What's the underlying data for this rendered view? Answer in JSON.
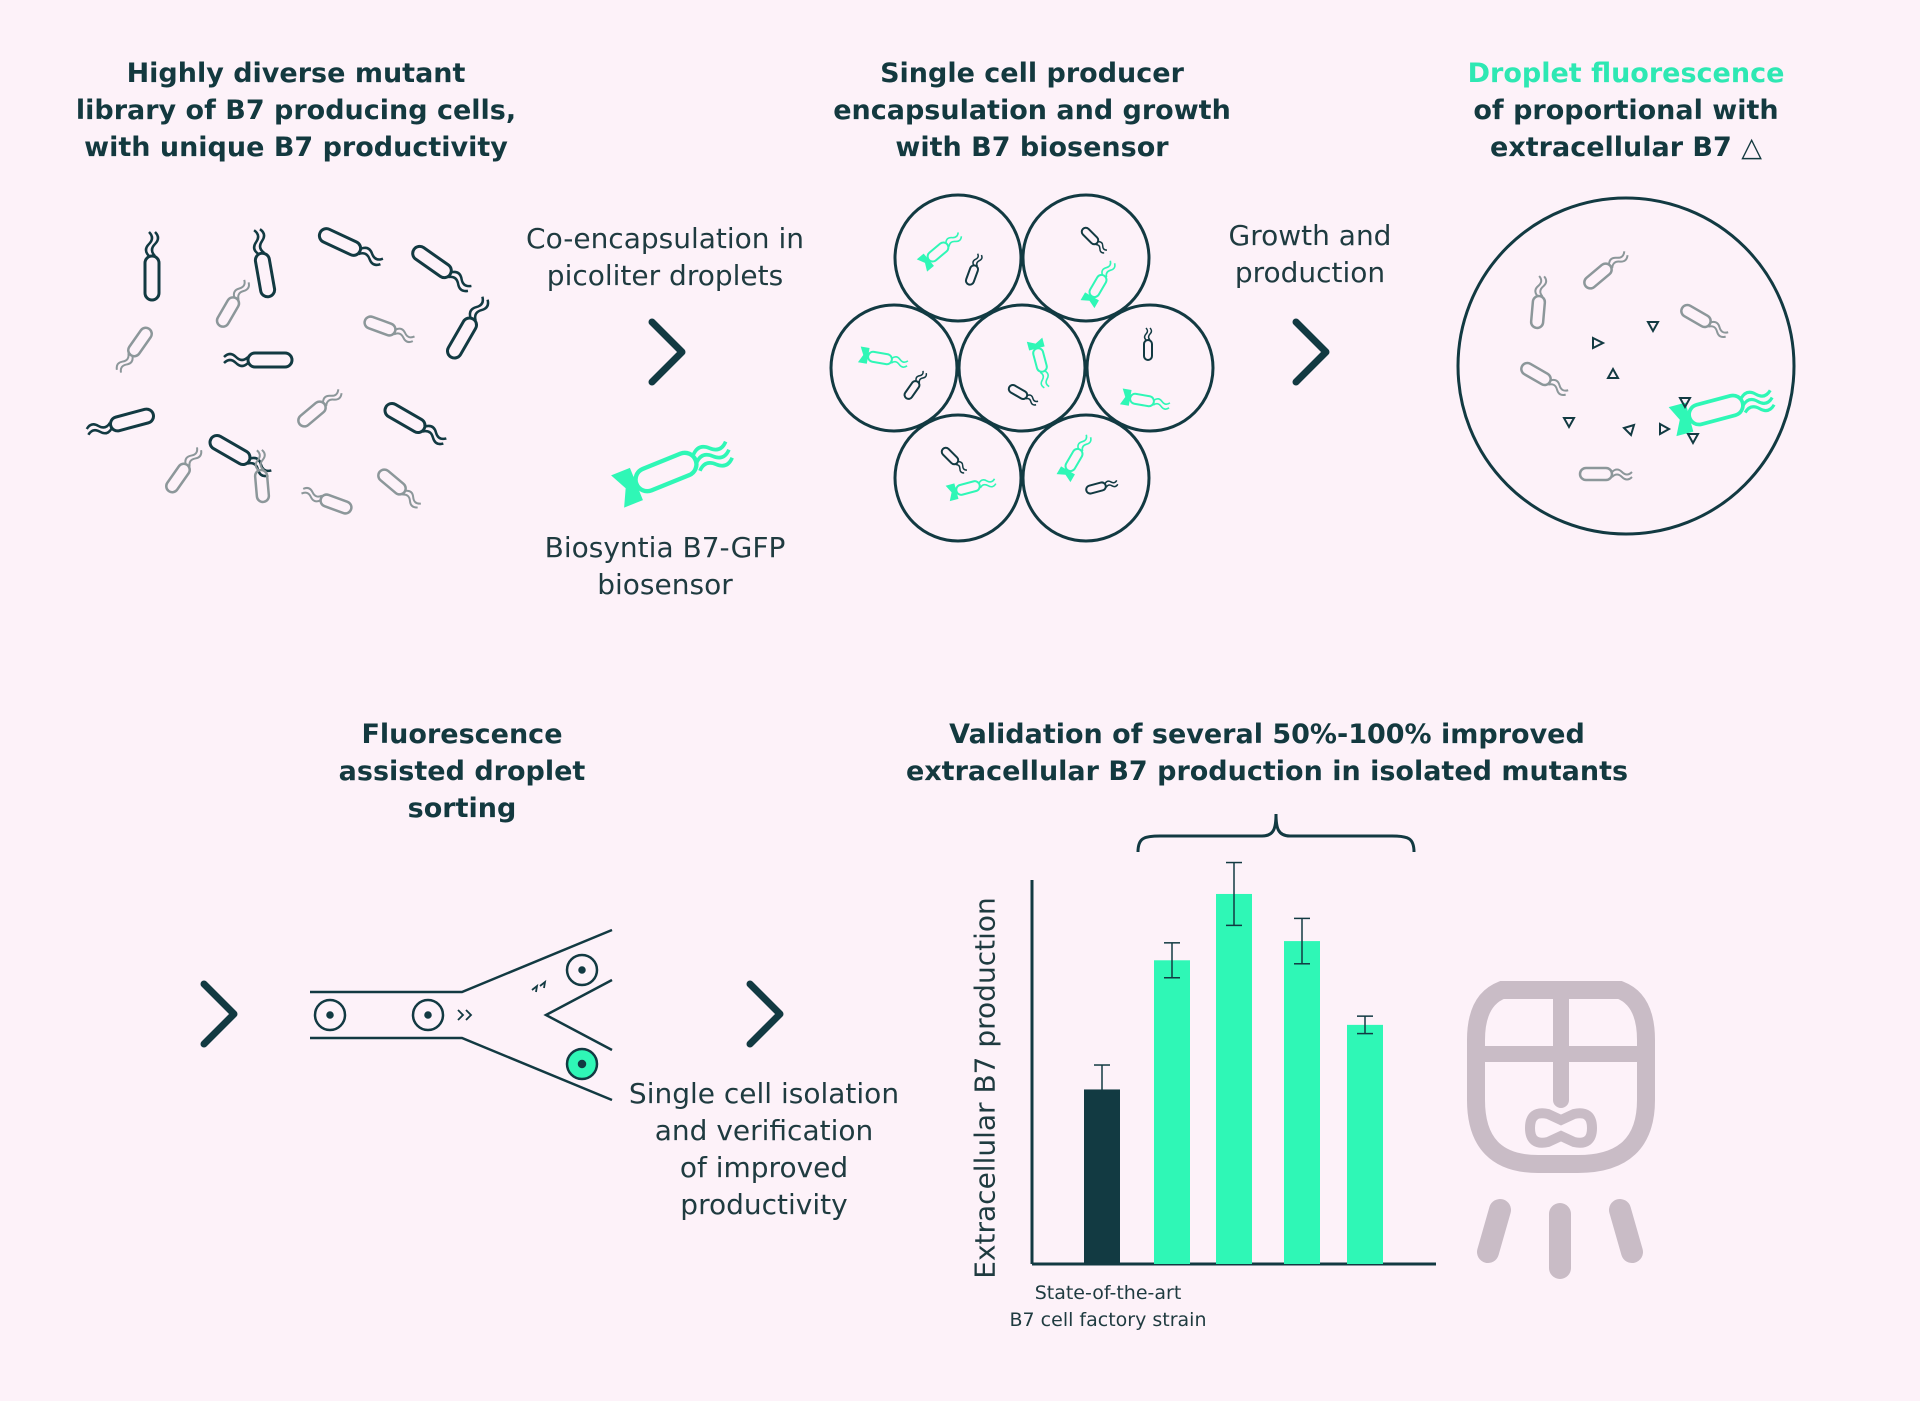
{
  "step1": {
    "title": [
      "Highly diverse mutant",
      "library of B7 producing cells,",
      "with unique B7 productivity"
    ]
  },
  "step2": {
    "caption": [
      "Co-encapsulation in",
      "picoliter droplets"
    ],
    "biosensor": [
      "Biosyntia B7-GFP",
      "biosensor"
    ]
  },
  "step3": {
    "title": [
      "Single cell producer",
      "encapsulation and growth",
      "with B7 biosensor"
    ]
  },
  "step4": {
    "caption": [
      "Growth and",
      "production"
    ]
  },
  "step5": {
    "title_highlight": "Droplet fluorescence",
    "title": [
      "of proportional with",
      "extracellular B7"
    ]
  },
  "step6": {
    "title": [
      "Fluorescence",
      "assisted droplet",
      "sorting"
    ]
  },
  "step7": {
    "caption": [
      "Single cell isolation",
      "and verification",
      "of improved",
      "productivity"
    ]
  },
  "step8": {
    "title": [
      "Validation of several 50%-100% improved",
      "extracellular B7 production in isolated mutants"
    ]
  },
  "chart_data": {
    "type": "bar",
    "ylabel": "Extracellular B7 production",
    "categories": [
      "State-of-the-art\nB7 cell factory strain",
      "",
      "",
      "",
      ""
    ],
    "category_label_lines": [
      "State-of-the-art",
      "B7 cell factory strain"
    ],
    "values": [
      1.0,
      1.74,
      2.12,
      1.85,
      1.37
    ],
    "error": [
      0.14,
      0.1,
      0.18,
      0.13,
      0.05
    ],
    "ylim": [
      0,
      2.2
    ],
    "bar_colors": [
      "#123a42",
      "#2ff7b6",
      "#2ff7b6",
      "#2ff7b6",
      "#2ff7b6"
    ],
    "grid": false
  },
  "colors": {
    "dark": "#123a42",
    "accent": "#2ff7b6",
    "bg": "#fdf2f9",
    "gray": "#8c979a"
  },
  "watermark": {
    "icon": "train-logo-icon"
  }
}
